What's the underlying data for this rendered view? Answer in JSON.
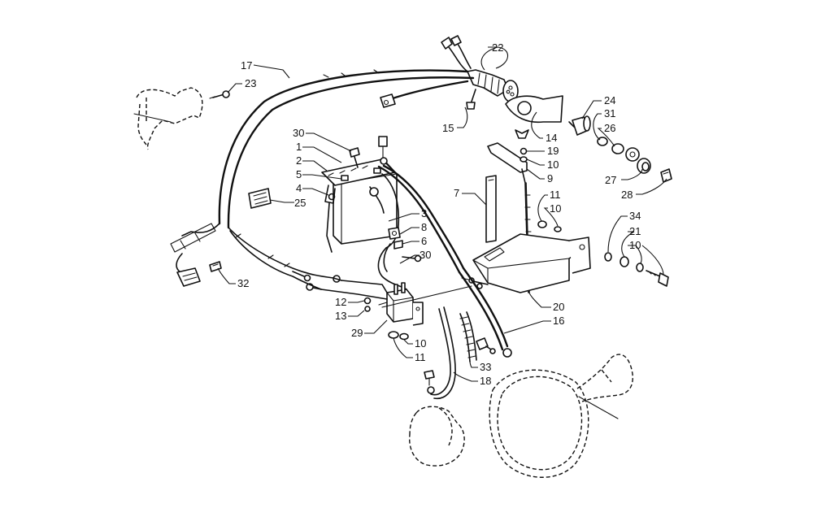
{
  "callouts": [
    {
      "id": "c22",
      "text": "22"
    },
    {
      "id": "c17",
      "text": "17"
    },
    {
      "id": "c23",
      "text": "23"
    },
    {
      "id": "c15",
      "text": "15"
    },
    {
      "id": "c24",
      "text": "24"
    },
    {
      "id": "c31",
      "text": "31"
    },
    {
      "id": "c26",
      "text": "26"
    },
    {
      "id": "c14",
      "text": "14"
    },
    {
      "id": "c19",
      "text": "19"
    },
    {
      "id": "c10a",
      "text": "10"
    },
    {
      "id": "c9",
      "text": "9"
    },
    {
      "id": "c27",
      "text": "27"
    },
    {
      "id": "c28",
      "text": "28"
    },
    {
      "id": "c30a",
      "text": "30"
    },
    {
      "id": "c1",
      "text": "1"
    },
    {
      "id": "c2",
      "text": "2"
    },
    {
      "id": "c5",
      "text": "5"
    },
    {
      "id": "c4",
      "text": "4"
    },
    {
      "id": "c25",
      "text": "25"
    },
    {
      "id": "c7",
      "text": "7"
    },
    {
      "id": "c11a",
      "text": "11"
    },
    {
      "id": "c10b",
      "text": "10"
    },
    {
      "id": "c3",
      "text": "3"
    },
    {
      "id": "c8",
      "text": "8"
    },
    {
      "id": "c6",
      "text": "6"
    },
    {
      "id": "c30b",
      "text": "30"
    },
    {
      "id": "c34",
      "text": "34"
    },
    {
      "id": "c21",
      "text": "21"
    },
    {
      "id": "c10c",
      "text": "10"
    },
    {
      "id": "c32",
      "text": "32"
    },
    {
      "id": "c12",
      "text": "12"
    },
    {
      "id": "c13",
      "text": "13"
    },
    {
      "id": "c29",
      "text": "29"
    },
    {
      "id": "c10d",
      "text": "10"
    },
    {
      "id": "c11b",
      "text": "11"
    },
    {
      "id": "c20",
      "text": "20"
    },
    {
      "id": "c16",
      "text": "16"
    },
    {
      "id": "c33",
      "text": "33"
    },
    {
      "id": "c18",
      "text": "18"
    }
  ]
}
